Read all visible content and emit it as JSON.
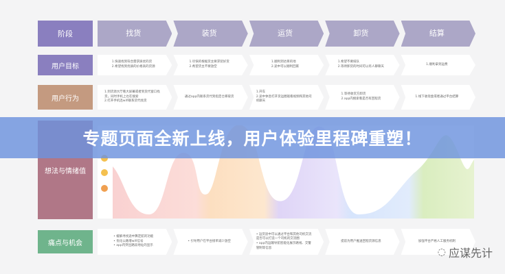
{
  "rows": {
    "stage": "阶段",
    "goal": "用户目标",
    "behavior": "用户行为",
    "emotion": "想法与情绪值",
    "pain": "痛点与机会"
  },
  "stages": [
    "找货",
    "装货",
    "运货",
    "卸货",
    "结算"
  ],
  "goals": [
    "1.快速找到符合需求质优的货\n2.希望找到优质的价格高的货源",
    "1.尽快的根据货主要求装好货\n2.希望货主不要放空",
    "1.顺利到达目的地\n2.途中可以顺利回家",
    "1.希望不要排队\n2.等待卸货的时间可以有人聊聊天",
    "1.顺利拿到运费"
  ],
  "behaviors": [
    "1.到货源大厅看大屏幕或者到货代窗口找货，同时手机上也在搜索\n2.打开手机连wifi联系货代找货",
    "通过app内联系货代到指定仓库取货",
    "1.开车\n2.途中休息打开货运圈观看视频和其他司机聊天",
    "1.等待收货方卸货\n2.app内搜索看是否有回程货",
    "1.线下收现金或者通过平台结算"
  ],
  "pains": [
    "• 缓解寻找途中算定航的功能\n• 优化公路增wifi信号\n• app内突出路段地址的显示",
    "• 引导用户在平台接单减少放空",
    "• 运货途中可以通过平台和其他司机交流是否可以打造一个司机的交流圈\n• app内运输导航智能化展示路线、交警管制等信息",
    "提前为用户推送回程货源信息",
    "加强平台严格人工服务机制"
  ],
  "banner": "专题页面全新上线，用户体验里程碑重塑！",
  "watermark": "应谋先计",
  "colors": {
    "stage": "#8a7fbf",
    "goal": "#8a7fbf",
    "behavior": "#c49a80",
    "emotion": "#b07787",
    "pain": "#6fb48c",
    "banner": "#6c92de"
  }
}
